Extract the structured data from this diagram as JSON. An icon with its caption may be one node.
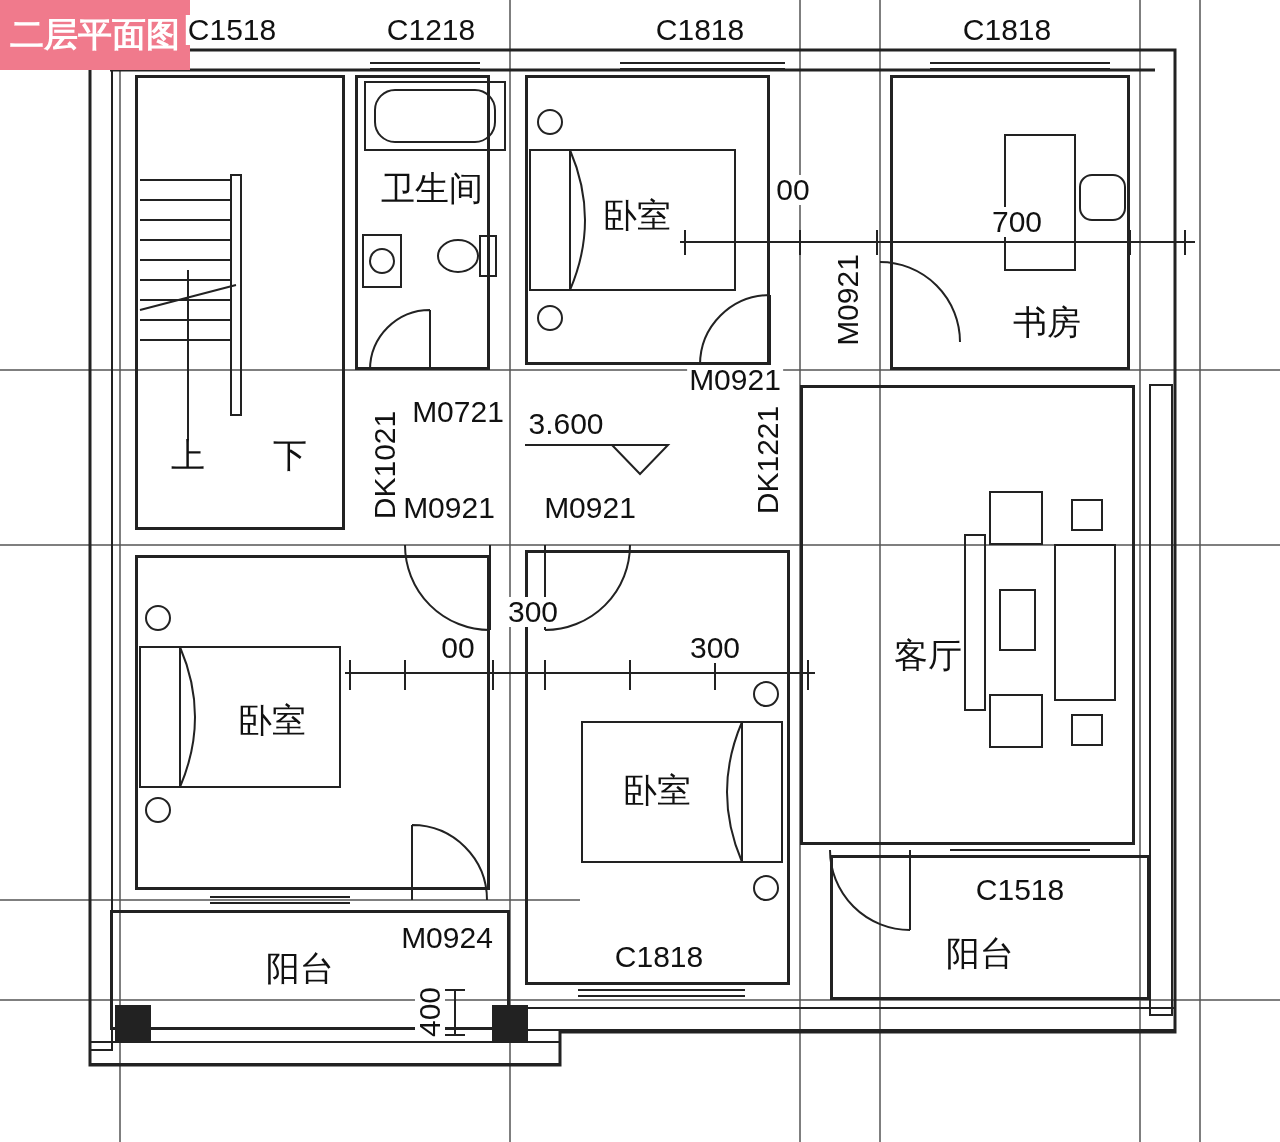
{
  "diagram": {
    "title": "二层平面图",
    "nodes": [
      {
        "text": [
          "上",
          "下"
        ]
      },
      {
        "text": [
          "卫生间"
        ]
      },
      {
        "text": [
          "卧室"
        ]
      },
      {
        "text": [
          "书房"
        ]
      },
      {
        "text": [
          "客厅"
        ]
      },
      {
        "text": [
          "卧室"
        ]
      },
      {
        "text": [
          "卧室"
        ]
      },
      {
        "text": [
          "阳台"
        ]
      },
      {
        "text": [
          "阳台"
        ]
      }
    ],
    "labels": [
      "C1518",
      "C1218",
      "C1818",
      "C1818",
      "00",
      "700",
      "M0921",
      "M0921",
      "M0721",
      "3.600",
      "DK1021",
      "DK1221",
      "M0921",
      "M0921",
      "00",
      "300",
      "300",
      "C1518",
      "M0924",
      "C1818",
      "400"
    ]
  }
}
